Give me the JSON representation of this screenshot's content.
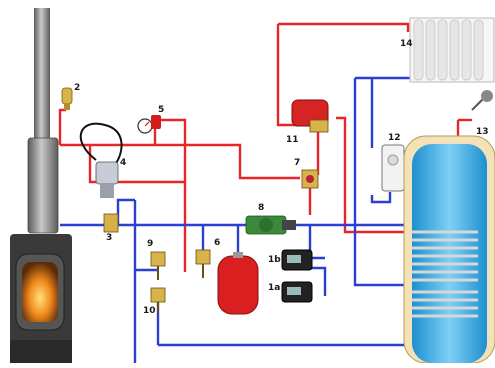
{
  "labels": {
    "n1a": "1a",
    "n1b": "1b",
    "n2": "2",
    "n3": "3",
    "n4": "4",
    "n5": "5",
    "n6": "6",
    "n7": "7",
    "n8": "8",
    "n9": "9",
    "n10": "10",
    "n11": "11",
    "n12": "12",
    "n13": "13",
    "n14": "14"
  },
  "colors": {
    "hot_pipe": "#e8262a",
    "cold_pipe": "#2b3fd1",
    "stove_body": "#3a3a3a",
    "flue": "#8a8a8a",
    "tank_water": "#2aa3e0",
    "tank_shell": "#f3e2b8",
    "expansion_vessel": "#d91f1f"
  }
}
